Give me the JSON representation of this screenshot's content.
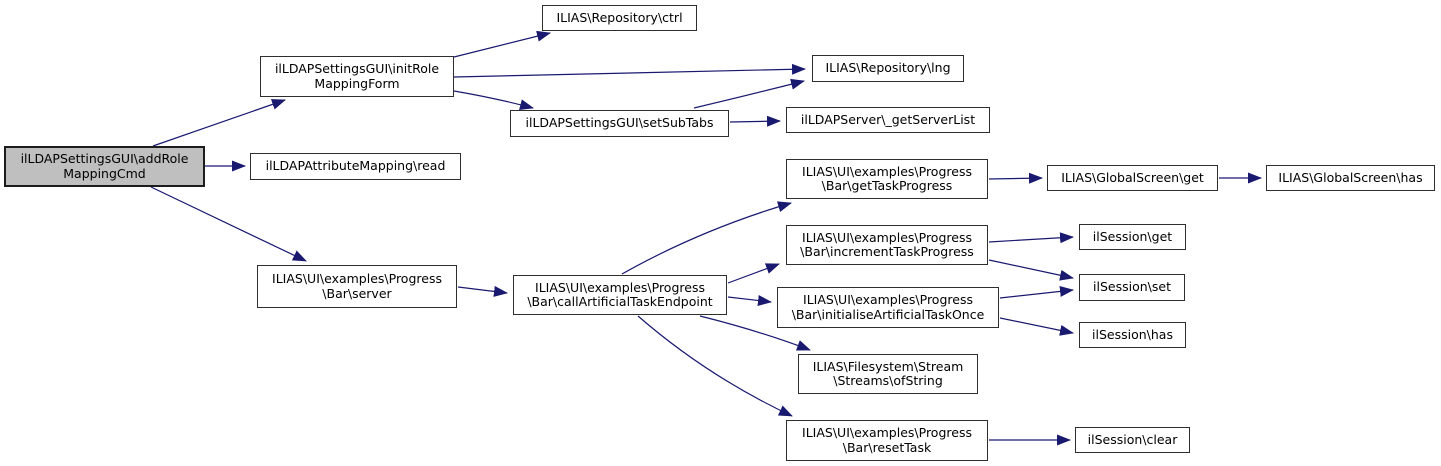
{
  "diagram": {
    "type": "call-graph",
    "colors": {
      "edge": "#191970",
      "node_border": "#2e2e2e",
      "node_fill": "#ffffff",
      "current_node_fill": "#bfbfbf",
      "text": "#000000",
      "background": "#ffffff"
    },
    "nodes": [
      {
        "id": "addRoleMappingCmd",
        "label": "ilLDAPSettingsGUI\\addRole\nMappingCmd"
      },
      {
        "id": "initRoleMappingForm",
        "label": "ilLDAPSettingsGUI\\initRole\nMappingForm"
      },
      {
        "id": "repository-ctrl",
        "label": "ILIAS\\Repository\\ctrl"
      },
      {
        "id": "repository-lng",
        "label": "ILIAS\\Repository\\lng"
      },
      {
        "id": "setSubTabs",
        "label": "ilLDAPSettingsGUI\\setSubTabs"
      },
      {
        "id": "getServerList",
        "label": "ilLDAPServer\\_getServerList"
      },
      {
        "id": "attributeMapping-read",
        "label": "ilLDAPAttributeMapping\\read"
      },
      {
        "id": "bar-server",
        "label": "ILIAS\\UI\\examples\\Progress\n\\Bar\\server"
      },
      {
        "id": "callArtificialTaskEndpoint",
        "label": "ILIAS\\UI\\examples\\Progress\n\\Bar\\callArtificialTaskEndpoint"
      },
      {
        "id": "getTaskProgress",
        "label": "ILIAS\\UI\\examples\\Progress\n\\Bar\\getTaskProgress"
      },
      {
        "id": "globalScreen-get",
        "label": "ILIAS\\GlobalScreen\\get"
      },
      {
        "id": "globalScreen-has",
        "label": "ILIAS\\GlobalScreen\\has"
      },
      {
        "id": "incrementTaskProgress",
        "label": "ILIAS\\UI\\examples\\Progress\n\\Bar\\incrementTaskProgress"
      },
      {
        "id": "ilSession-get",
        "label": "ilSession\\get"
      },
      {
        "id": "initialiseArtificialTaskOnce",
        "label": "ILIAS\\UI\\examples\\Progress\n\\Bar\\initialiseArtificialTaskOnce"
      },
      {
        "id": "ilSession-set",
        "label": "ilSession\\set"
      },
      {
        "id": "ilSession-has",
        "label": "ilSession\\has"
      },
      {
        "id": "streams-ofString",
        "label": "ILIAS\\Filesystem\\Stream\n\\Streams\\ofString"
      },
      {
        "id": "resetTask",
        "label": "ILIAS\\UI\\examples\\Progress\n\\Bar\\resetTask"
      },
      {
        "id": "ilSession-clear",
        "label": "ilSession\\clear"
      }
    ],
    "edges": [
      {
        "from": "addRoleMappingCmd",
        "to": "initRoleMappingForm"
      },
      {
        "from": "addRoleMappingCmd",
        "to": "attributeMapping-read"
      },
      {
        "from": "addRoleMappingCmd",
        "to": "bar-server"
      },
      {
        "from": "initRoleMappingForm",
        "to": "repository-ctrl"
      },
      {
        "from": "initRoleMappingForm",
        "to": "repository-lng"
      },
      {
        "from": "initRoleMappingForm",
        "to": "setSubTabs"
      },
      {
        "from": "setSubTabs",
        "to": "repository-lng"
      },
      {
        "from": "setSubTabs",
        "to": "getServerList"
      },
      {
        "from": "bar-server",
        "to": "callArtificialTaskEndpoint"
      },
      {
        "from": "callArtificialTaskEndpoint",
        "to": "getTaskProgress"
      },
      {
        "from": "callArtificialTaskEndpoint",
        "to": "incrementTaskProgress"
      },
      {
        "from": "callArtificialTaskEndpoint",
        "to": "initialiseArtificialTaskOnce"
      },
      {
        "from": "callArtificialTaskEndpoint",
        "to": "streams-ofString"
      },
      {
        "from": "callArtificialTaskEndpoint",
        "to": "resetTask"
      },
      {
        "from": "getTaskProgress",
        "to": "globalScreen-get"
      },
      {
        "from": "globalScreen-get",
        "to": "globalScreen-has"
      },
      {
        "from": "incrementTaskProgress",
        "to": "ilSession-get"
      },
      {
        "from": "incrementTaskProgress",
        "to": "ilSession-set"
      },
      {
        "from": "initialiseArtificialTaskOnce",
        "to": "ilSession-set"
      },
      {
        "from": "initialiseArtificialTaskOnce",
        "to": "ilSession-has"
      },
      {
        "from": "resetTask",
        "to": "ilSession-clear"
      }
    ]
  }
}
